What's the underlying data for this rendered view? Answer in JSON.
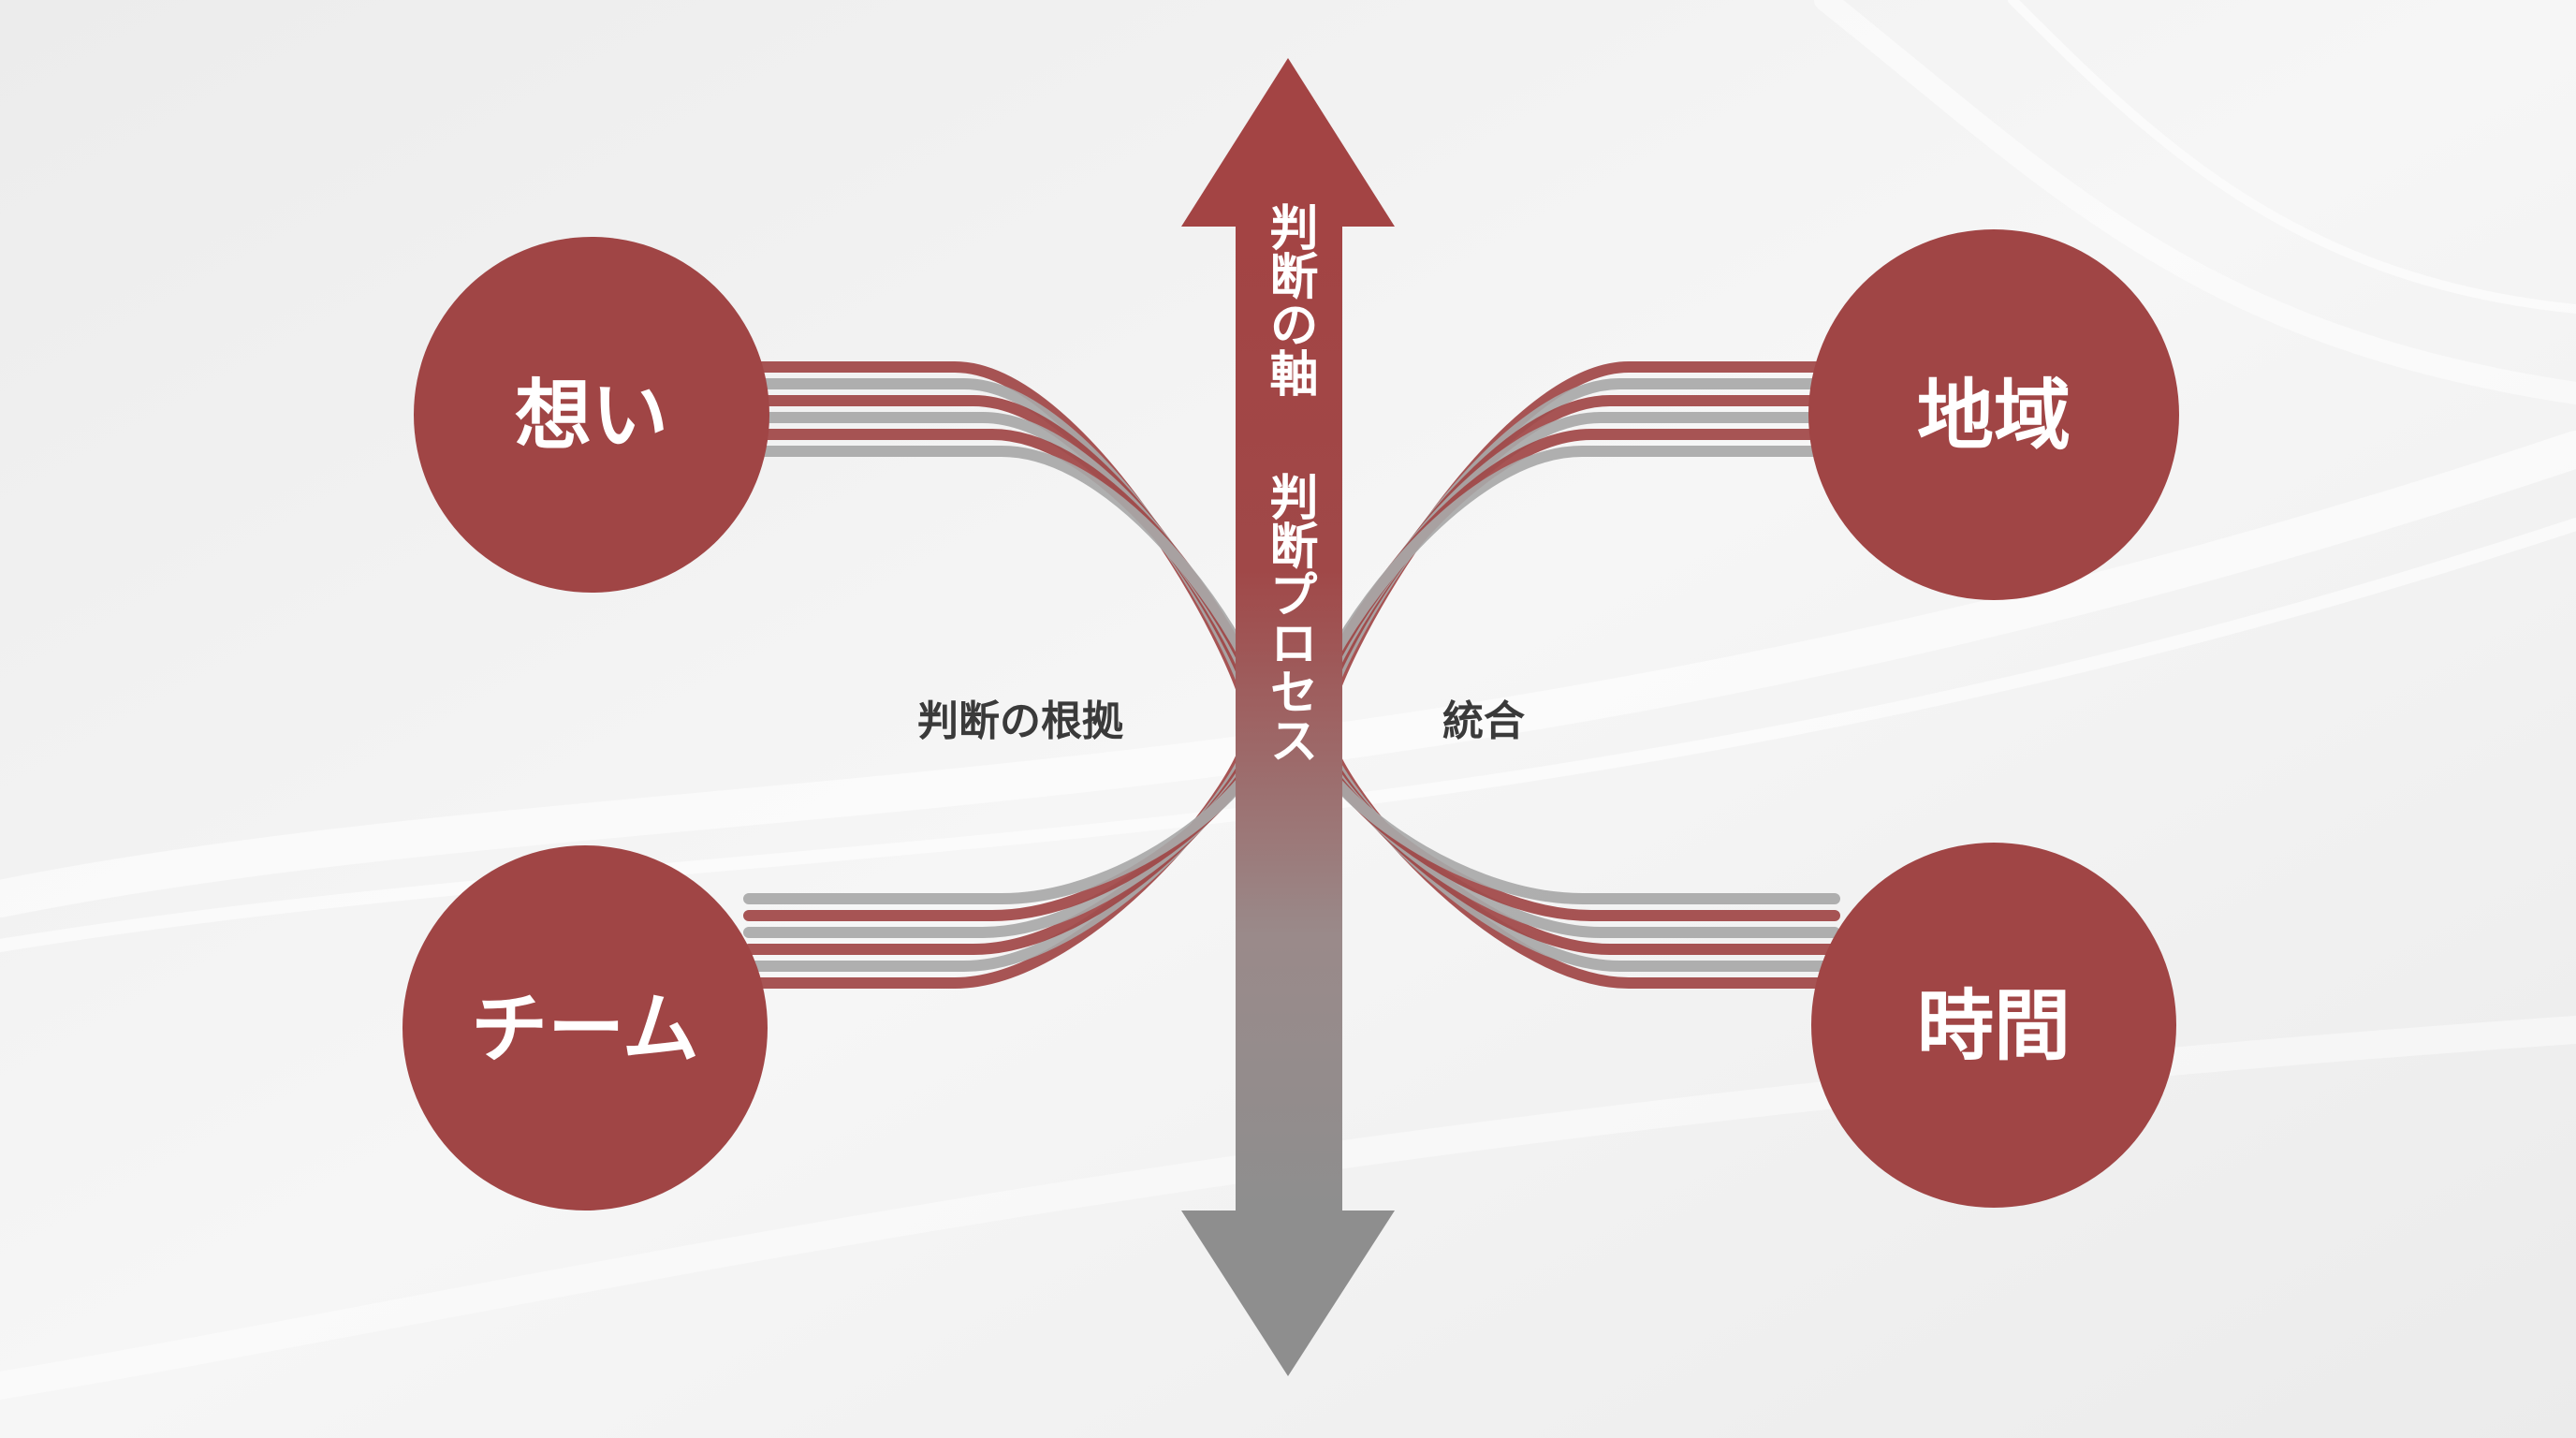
{
  "nodes": {
    "omoi": "想い",
    "team": "チーム",
    "chiiki": "地域",
    "jikan": "時間"
  },
  "labels": {
    "left": "判断の根拠",
    "right": "統合",
    "axis_top": "判断の軸",
    "axis_bottom": "判断プロセス"
  },
  "colors": {
    "node": "#a04545",
    "axis_top": "#a24545",
    "axis_bottom": "#8f8f8f",
    "stream_red": "#a04545",
    "stream_gray": "#a8a8a8",
    "background": "#efefef"
  }
}
